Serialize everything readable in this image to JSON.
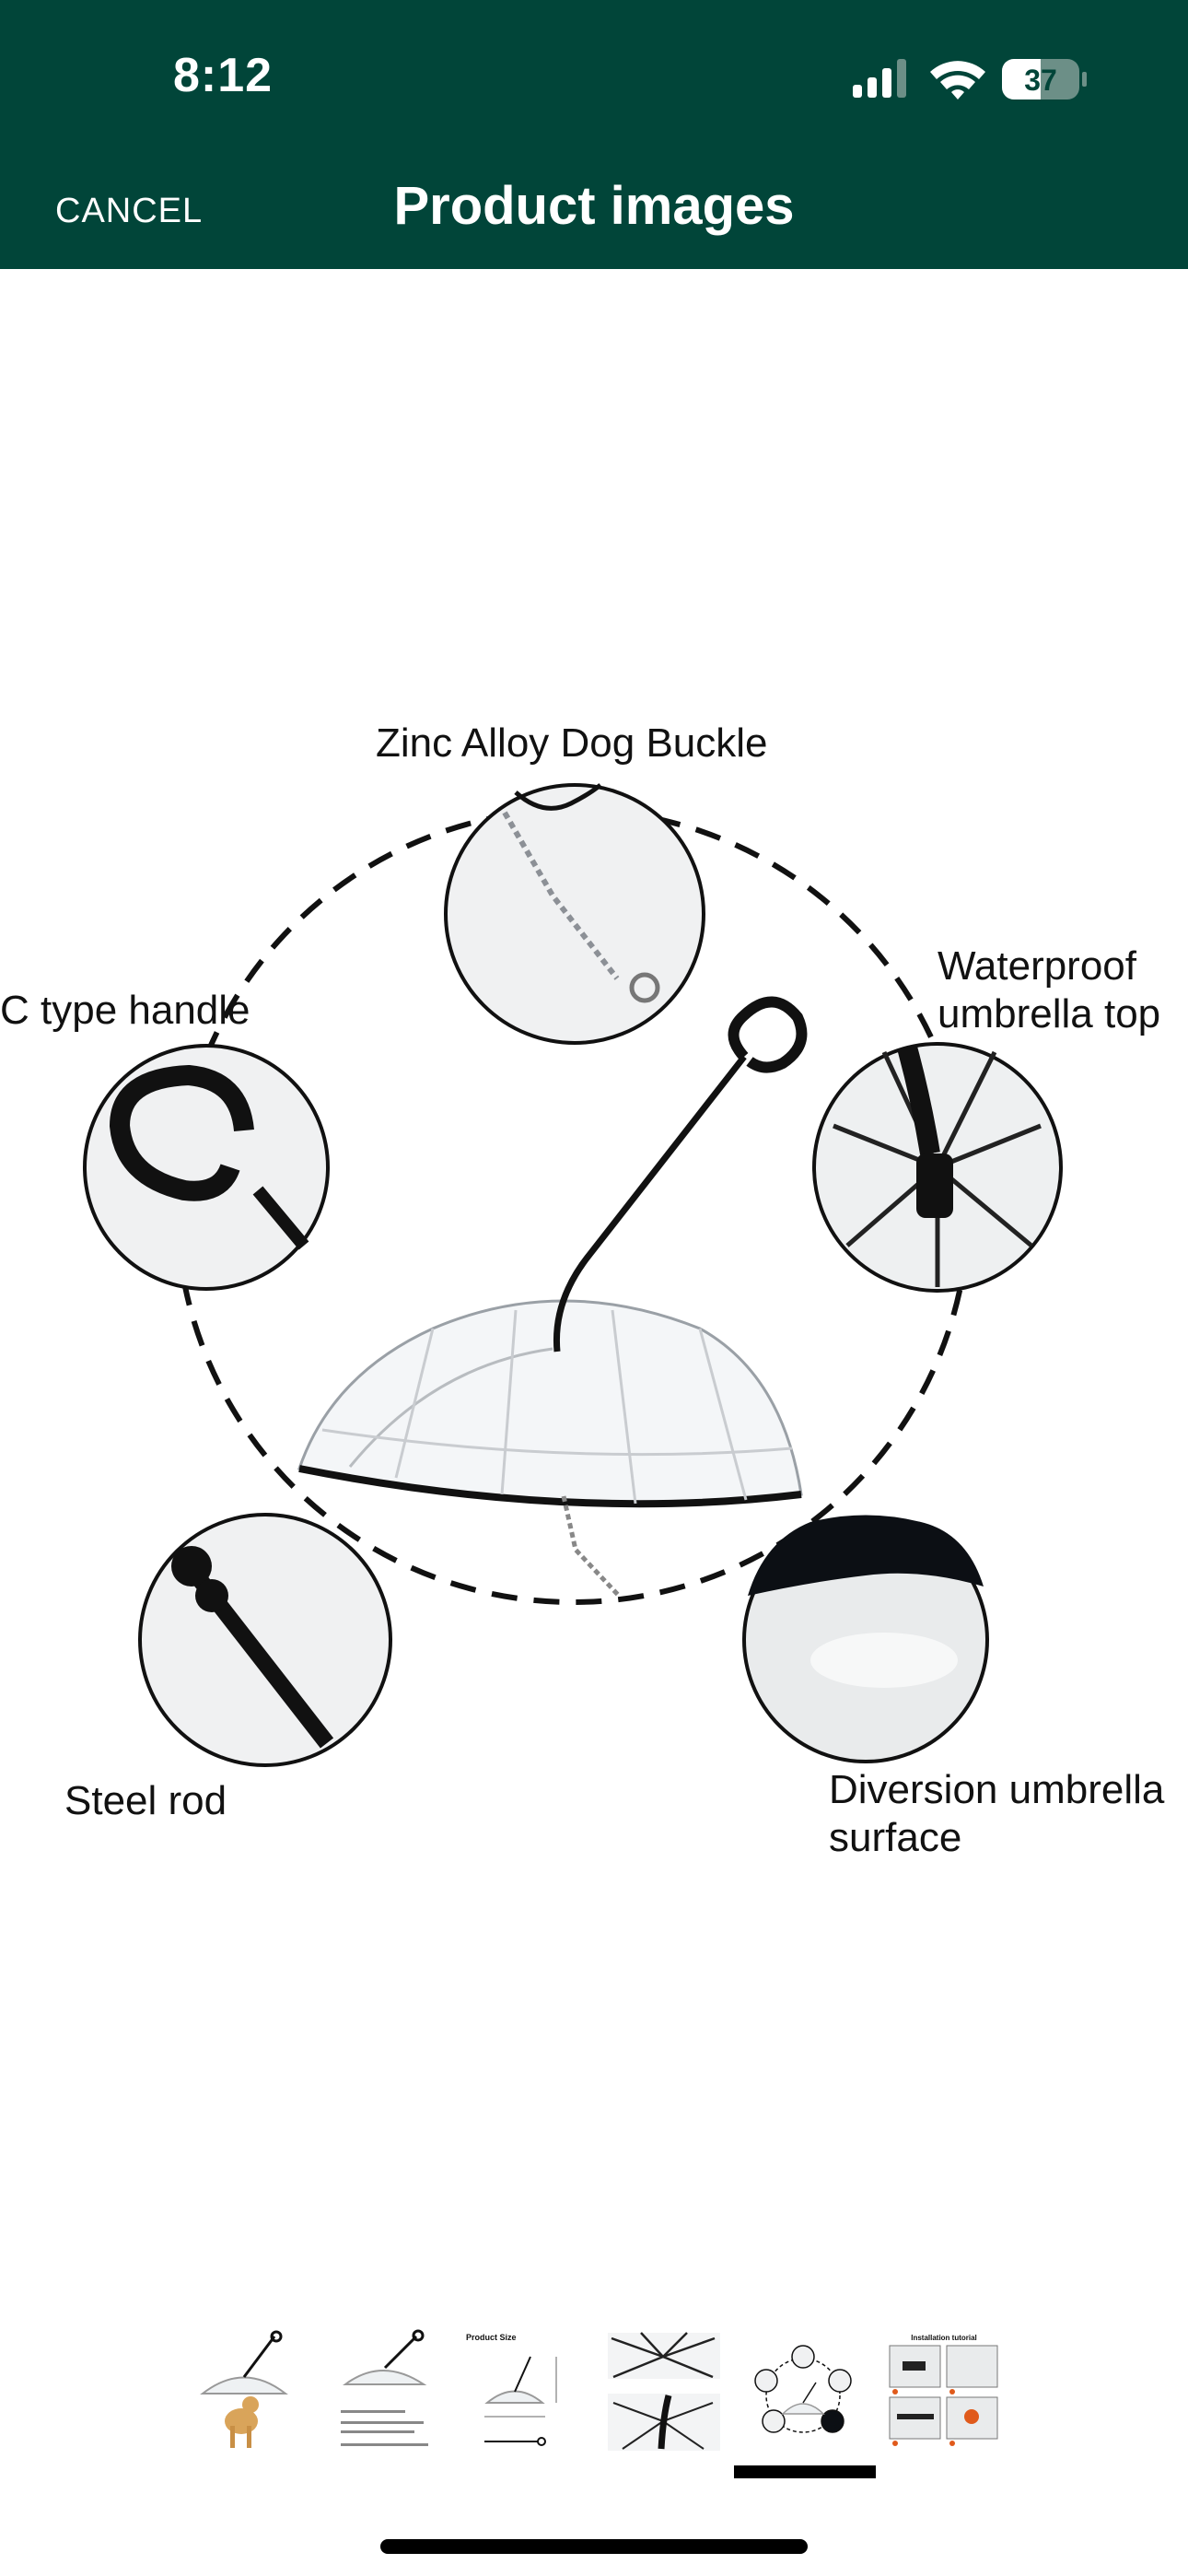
{
  "status_bar": {
    "time": "8:12",
    "battery": "37",
    "icons": [
      "cellular-signal-icon",
      "wifi-icon",
      "battery-icon"
    ]
  },
  "header": {
    "cancel_label": "CANCEL",
    "title": "Product images",
    "background": "#014539"
  },
  "product_image": {
    "labels": {
      "top": "Zinc Alloy Dog Buckle",
      "left_top": "C type handle",
      "right_top_line1": "Waterproof",
      "right_top_line2": "umbrella top",
      "left_bottom": "Steel rod",
      "right_bottom_line1": "Diversion umbrella",
      "right_bottom_line2": "surface"
    }
  },
  "thumbnails": {
    "count": 6,
    "selected_index": 4,
    "items": [
      {
        "id": "thumb-dog-umbrella"
      },
      {
        "id": "thumb-umbrella-specs"
      },
      {
        "id": "thumb-product-size",
        "caption": "Product Size"
      },
      {
        "id": "thumb-umbrella-top"
      },
      {
        "id": "thumb-features"
      },
      {
        "id": "thumb-installation",
        "caption": "Installation tutorial"
      }
    ]
  }
}
